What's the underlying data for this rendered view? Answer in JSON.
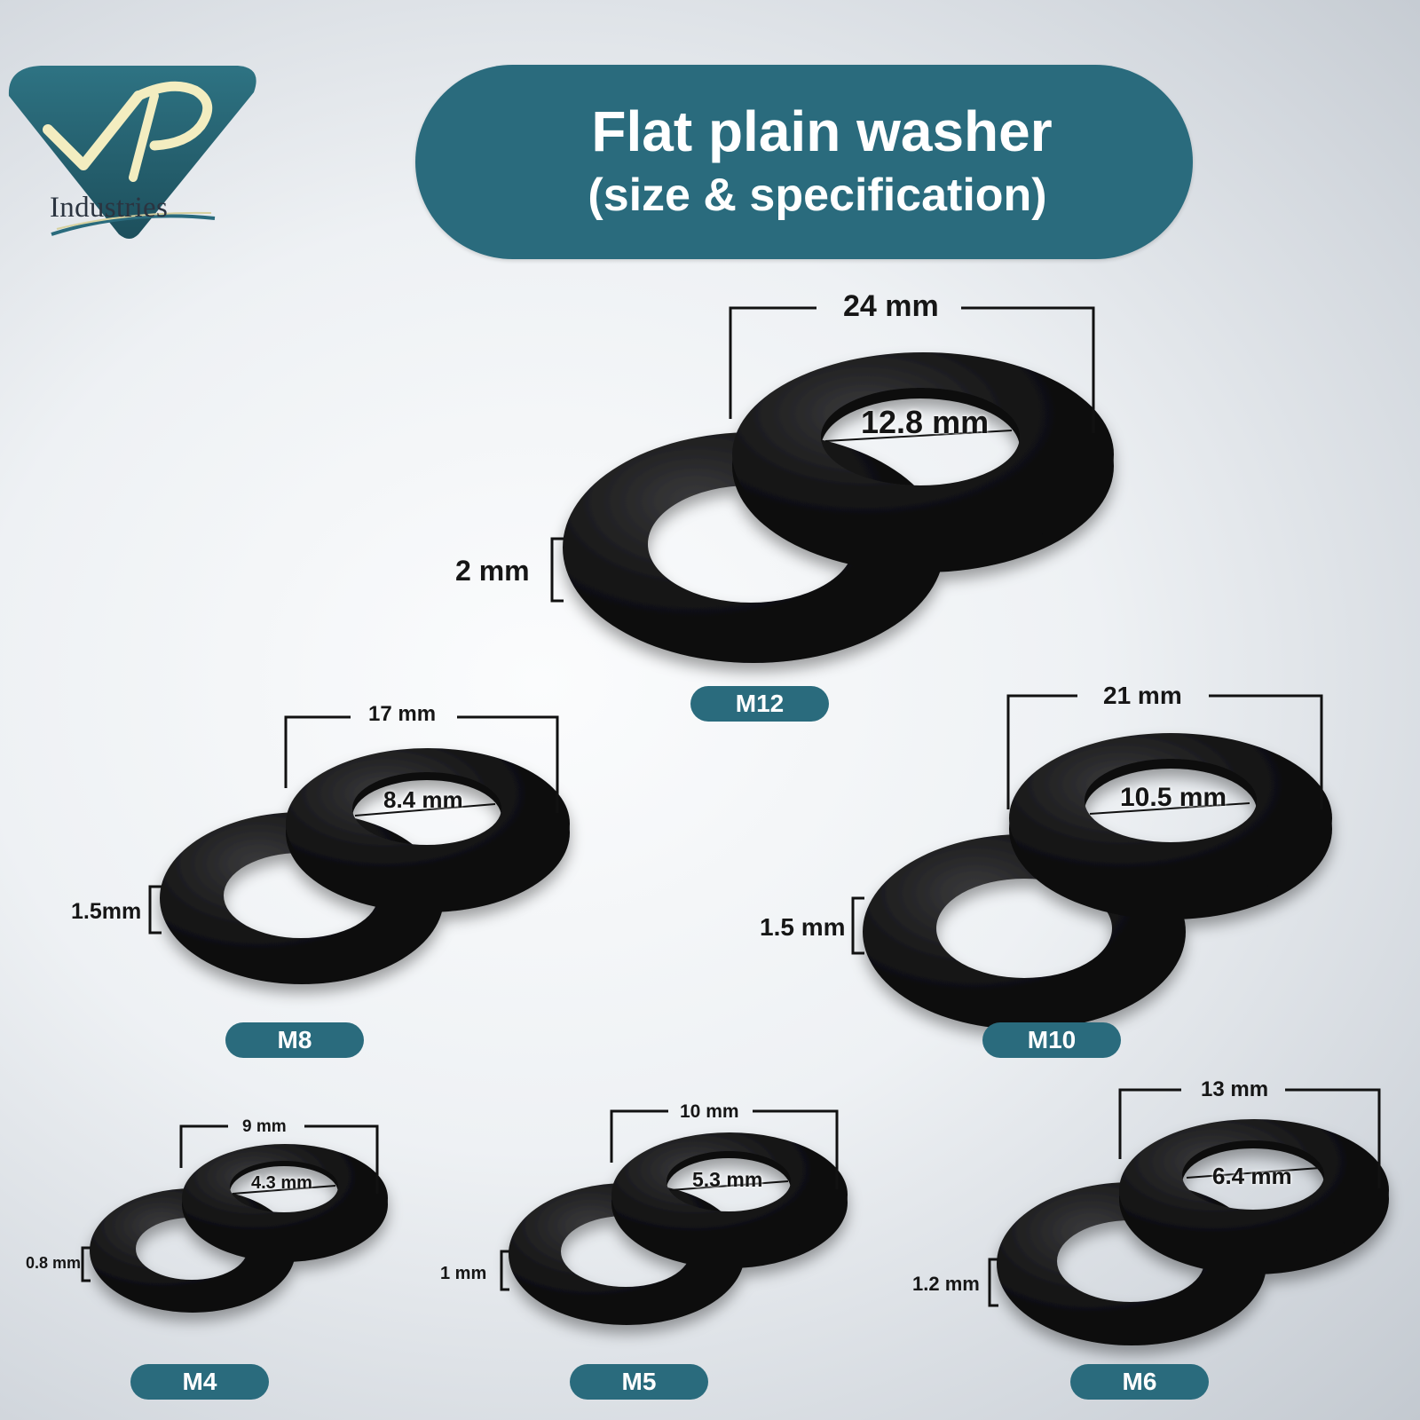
{
  "brand": {
    "logo_letters": "VP",
    "logo_text": "Industries",
    "colors": {
      "teal": "#2a6b7d",
      "gold": "#f3edc0"
    }
  },
  "title": {
    "line1": "Flat plain washer",
    "line2": "(size & specification)"
  },
  "washers": {
    "m12": {
      "size": "M12",
      "outer": "24 mm",
      "inner": "12.8 mm",
      "thickness": "2 mm"
    },
    "m8": {
      "size": "M8",
      "outer": "17 mm",
      "inner": "8.4 mm",
      "thickness": "1.5mm"
    },
    "m10": {
      "size": "M10",
      "outer": "21 mm",
      "inner": "10.5 mm",
      "thickness": "1.5 mm"
    },
    "m4": {
      "size": "M4",
      "outer": "9 mm",
      "inner": "4.3 mm",
      "thickness": "0.8 mm"
    },
    "m5": {
      "size": "M5",
      "outer": "10 mm",
      "inner": "5.3 mm",
      "thickness": "1 mm"
    },
    "m6": {
      "size": "M6",
      "outer": "13 mm",
      "inner": "6.4 mm",
      "thickness": "1.2 mm"
    }
  }
}
